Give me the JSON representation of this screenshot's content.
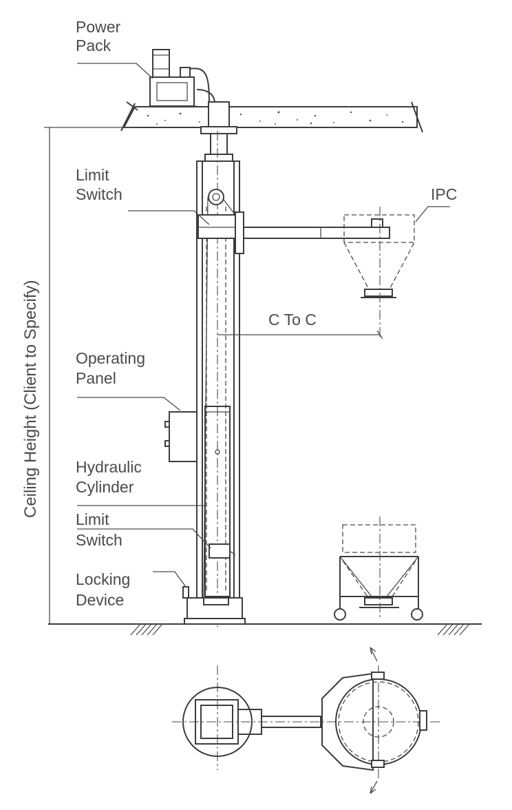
{
  "labels": {
    "power_pack_1": "Power",
    "power_pack_2": "Pack",
    "limit_switch_top_1": "Limit",
    "limit_switch_top_2": "Switch",
    "ipc": "IPC",
    "c_to_c": "C To C",
    "operating_panel_1": "Operating",
    "operating_panel_2": "Panel",
    "hydraulic_cylinder_1": "Hydraulic",
    "hydraulic_cylinder_2": "Cylinder",
    "limit_switch_bottom_1": "Limit",
    "limit_switch_bottom_2": "Switch",
    "locking_device_1": "Locking",
    "locking_device_2": "Device",
    "ceiling_height": "Ceiling Height (Client to Specify)"
  }
}
